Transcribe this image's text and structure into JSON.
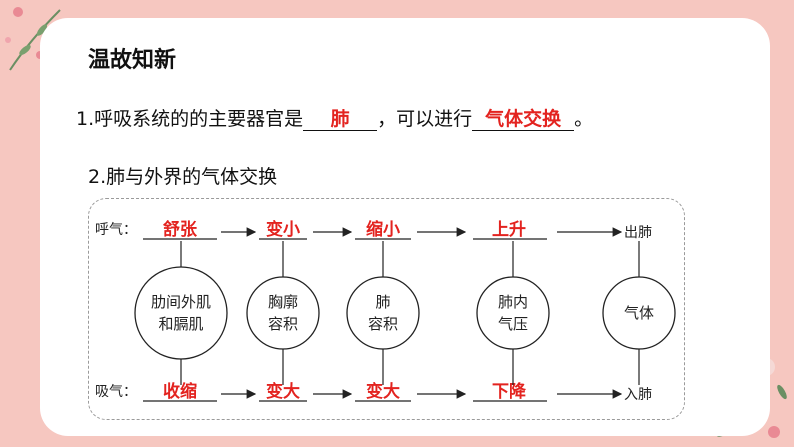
{
  "heading": "温故知新",
  "q1": {
    "prefix": "1.呼吸系统的的主要器官是",
    "answer1": "肺",
    "middle": "，可以进行",
    "answer2": "气体交换",
    "suffix": "。"
  },
  "q2": {
    "title": "2.肺与外界的气体交换"
  },
  "diagram": {
    "exhale_label": "呼气：",
    "inhale_label": "吸气：",
    "exhale_answers": [
      "舒张",
      "变小",
      "缩小",
      "上升"
    ],
    "exhale_end": "出肺",
    "inhale_answers": [
      "收缩",
      "变大",
      "变大",
      "下降"
    ],
    "inhale_end": "入肺",
    "nodes": [
      [
        "肋间外肌",
        "和膈肌"
      ],
      [
        "胸廓",
        "容积"
      ],
      [
        "肺",
        "容积"
      ],
      [
        "肺内",
        "气压"
      ],
      [
        "气体"
      ]
    ]
  },
  "colors": {
    "answer": "#e3231f",
    "background": "#f6c7c0"
  }
}
